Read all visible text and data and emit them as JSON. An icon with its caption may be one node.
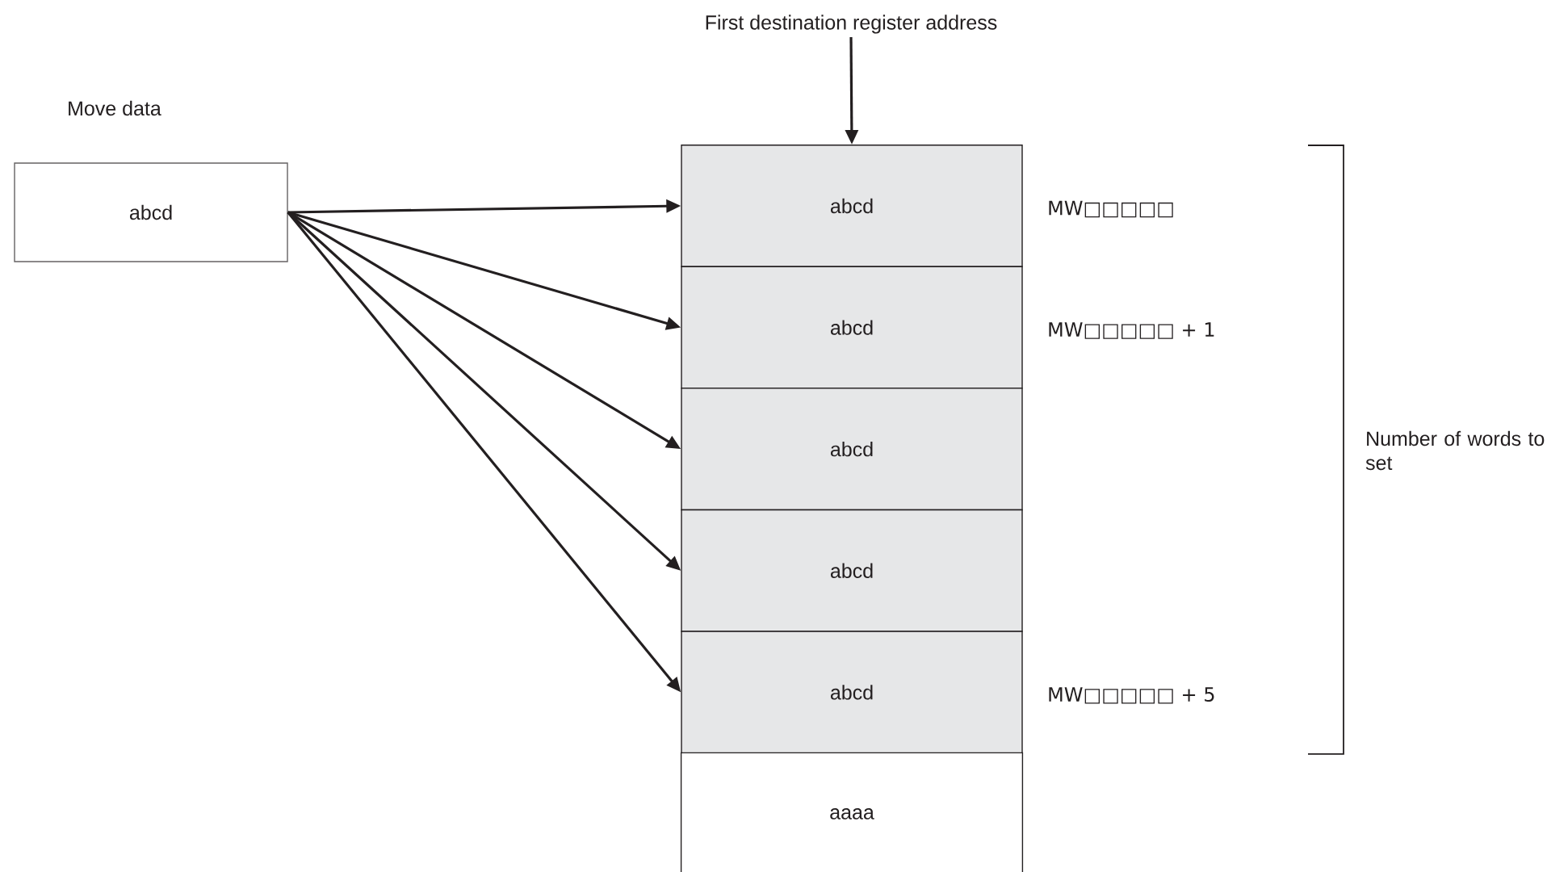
{
  "diagram": {
    "nodes": [
      {
        "text": [
          "First destination register address"
        ]
      },
      {
        "text": [
          "abcd"
        ]
      },
      {
        "text": [
          "abcd"
        ],
        "beside": [
          "MW□□□□□"
        ]
      },
      {
        "text": [
          "abcd"
        ],
        "beside": [
          "MW□□□□□ + 1"
        ]
      },
      {
        "text": [
          "abcd"
        ]
      },
      {
        "text": [
          "abcd"
        ]
      },
      {
        "text": [
          "abcd"
        ],
        "beside": [
          "MW□□□□□ + 5"
        ]
      },
      {
        "text": [
          "aaaa"
        ]
      }
    ],
    "edges": [
      {
        "from": 0,
        "to": 2,
        "arrow": "to"
      },
      {
        "from": 1,
        "to": 2,
        "arrow": "to"
      },
      {
        "from": 1,
        "to": 3,
        "arrow": "to"
      },
      {
        "from": 1,
        "to": 4,
        "arrow": "to"
      },
      {
        "from": 1,
        "to": 5,
        "arrow": "to"
      },
      {
        "from": 1,
        "to": 6,
        "arrow": "to"
      }
    ],
    "labels": [
      "Move data",
      "Number of words to set"
    ]
  }
}
